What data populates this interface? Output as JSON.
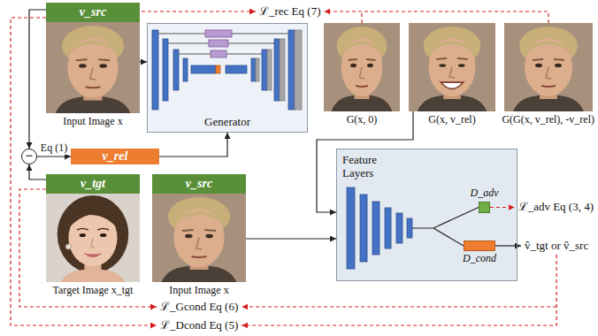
{
  "diagram": {
    "nodes": [
      {
        "text": [
          "v_src"
        ]
      },
      {
        "text": [
          "Input Image x"
        ]
      },
      {
        "text": [
          "Generator"
        ]
      },
      {
        "text": [
          "G(x, 0)"
        ]
      },
      {
        "text": [
          "G(x, v_rel)"
        ]
      },
      {
        "text": [
          "G(G(x, v_rel), -v_rel)"
        ]
      },
      {
        "text": [
          "−"
        ]
      },
      {
        "text": [
          "v_rel"
        ]
      },
      {
        "text": [
          "v_tgt"
        ]
      },
      {
        "text": [
          "Target Image x_tgt"
        ]
      },
      {
        "text": [
          "v_src"
        ]
      },
      {
        "text": [
          "Input Image x"
        ]
      },
      {
        "text": [
          "Feature Layers"
        ]
      },
      {
        "text": [
          "D_adv"
        ],
        "in": 12
      },
      {
        "text": [
          "D_cond"
        ],
        "in": 12
      }
    ],
    "edges": [
      {
        "from": 0,
        "to": 6,
        "arrow": "to"
      },
      {
        "from": 8,
        "to": 6,
        "arrow": "to"
      },
      {
        "from": 6,
        "to": 7,
        "label": "Eq (1)",
        "arrow": "to"
      },
      {
        "from": 7,
        "to": 2,
        "arrow": "to"
      },
      {
        "from": 1,
        "to": 2,
        "arrow": "to"
      },
      {
        "from": 4,
        "to": 12,
        "arrow": "to"
      },
      {
        "from": 11,
        "to": 12,
        "arrow": "to"
      }
    ],
    "labels": [
      "ℒ_rec Eq (7)",
      "ℒ_adv Eq (3, 4)",
      "v̂_tgt or v̂_src",
      "ℒ_Gcond Eq (6)",
      "ℒ_Dcond Eq (5)"
    ]
  }
}
